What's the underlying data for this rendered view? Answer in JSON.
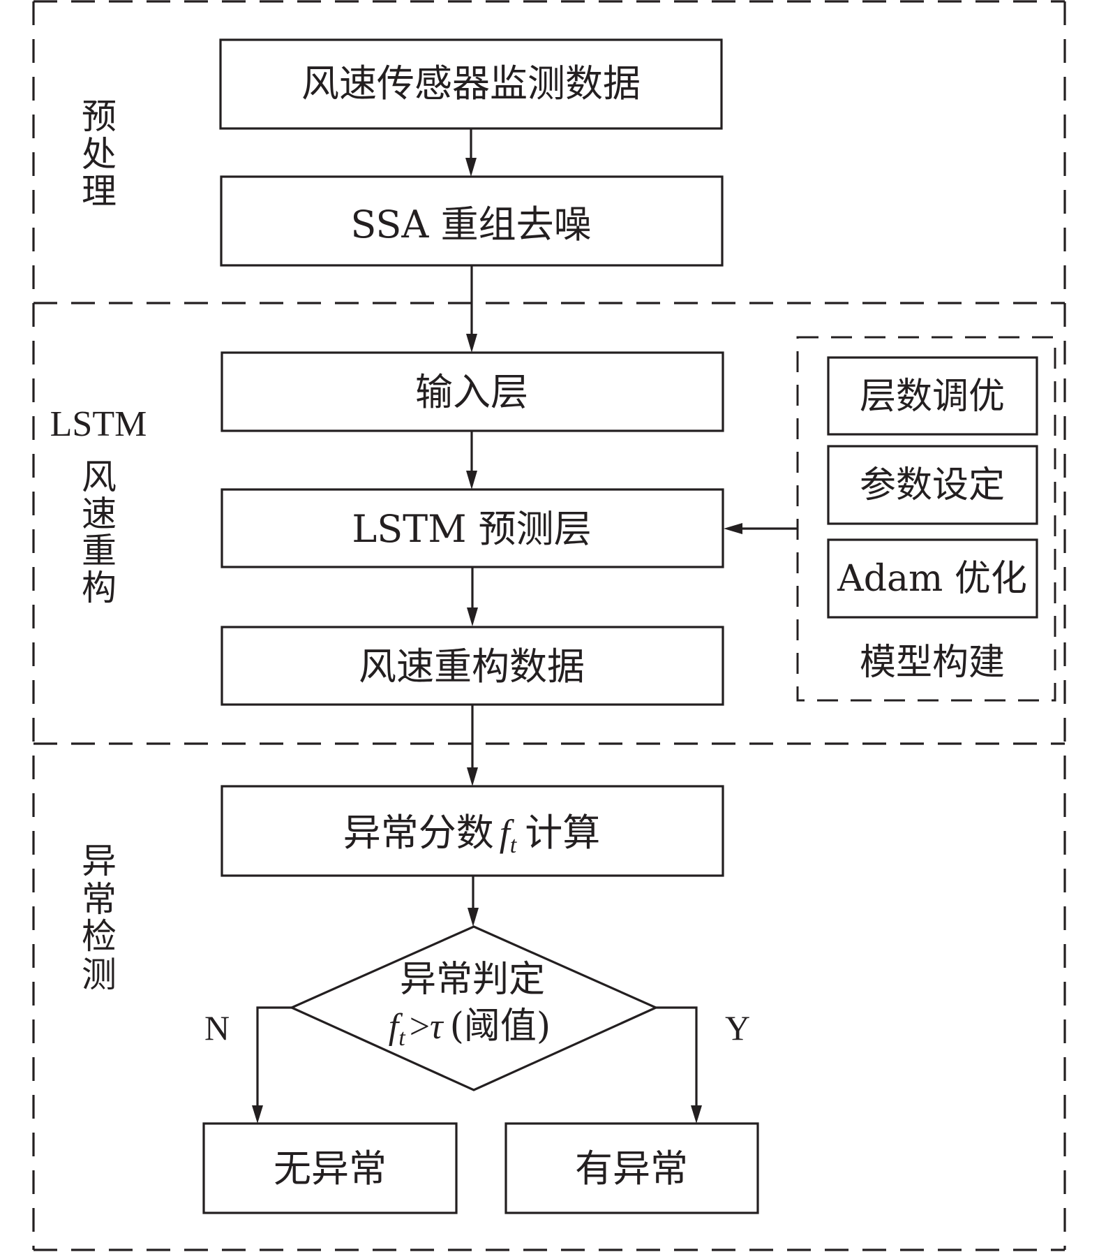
{
  "diagram": {
    "type": "flowchart",
    "colors": {
      "line": "#231f20",
      "background": "#ffffff"
    },
    "sections": [
      {
        "id": "preprocess",
        "label_chars": [
          "预",
          "处",
          "理"
        ],
        "label_prefix": ""
      },
      {
        "id": "lstm",
        "label_prefix": "LSTM",
        "label_chars": [
          "风",
          "速",
          "重",
          "构"
        ]
      },
      {
        "id": "detect",
        "label_chars": [
          "异",
          "常",
          "检",
          "测"
        ],
        "label_prefix": ""
      }
    ],
    "nodes": {
      "sensor_data": "风速传感器监测数据",
      "ssa": "SSA 重组去噪",
      "input_layer": "输入层",
      "lstm_layer": "LSTM 预测层",
      "reconstructed": "风速重构数据",
      "score": {
        "prefix": "异常分数",
        "var": "f",
        "sub": "t",
        "suffix": "计算"
      },
      "decision": {
        "line1": "异常判定",
        "var": "f",
        "sub": "t",
        "op": ">",
        "threshold": "τ",
        "note": "(阈值)"
      },
      "no_anomaly": "无异常",
      "has_anomaly": "有异常"
    },
    "model_build": {
      "title": "模型构建",
      "items": [
        "层数调优",
        "参数设定",
        "Adam 优化"
      ]
    },
    "branches": {
      "no": "N",
      "yes": "Y"
    },
    "edges": [
      {
        "from": "sensor_data",
        "to": "ssa"
      },
      {
        "from": "ssa",
        "to": "input_layer"
      },
      {
        "from": "input_layer",
        "to": "lstm_layer"
      },
      {
        "from": "lstm_layer",
        "to": "reconstructed"
      },
      {
        "from": "model_build",
        "to": "lstm_layer"
      },
      {
        "from": "reconstructed",
        "to": "score"
      },
      {
        "from": "score",
        "to": "decision"
      },
      {
        "from": "decision",
        "to": "no_anomaly",
        "label": "N"
      },
      {
        "from": "decision",
        "to": "has_anomaly",
        "label": "Y"
      }
    ]
  }
}
